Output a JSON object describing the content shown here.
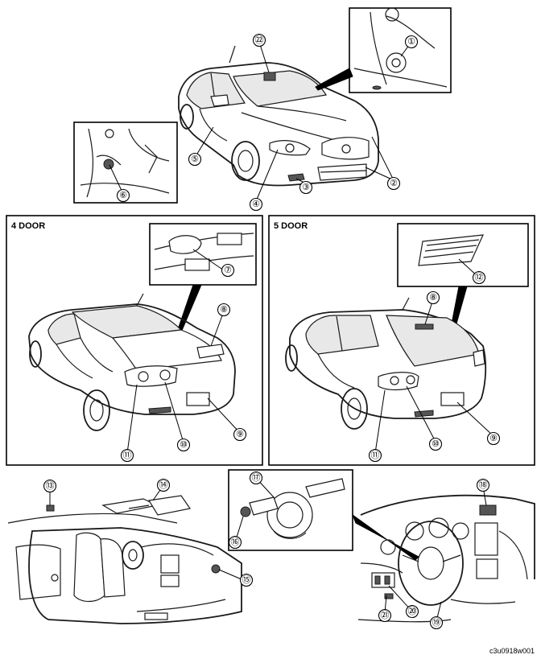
{
  "sections": {
    "four_door": "4 DOOR",
    "five_door": "5 DOOR"
  },
  "callouts": {
    "c1": "①",
    "c2": "②",
    "c3": "③",
    "c4": "④",
    "c5": "⑤",
    "c6": "⑥",
    "c7": "⑦",
    "c8": "⑧",
    "c9": "⑨",
    "c10": "⑩",
    "c11": "⑪",
    "c12": "⑫",
    "c13": "⑬",
    "c14": "⑭",
    "c15": "⑮",
    "c16": "⑯",
    "c17": "⑰",
    "c18": "⑱",
    "c19": "⑲",
    "c20": "⑳",
    "c21": "㉑",
    "c22": "㉒"
  },
  "figure_code": "c3u0918w001"
}
